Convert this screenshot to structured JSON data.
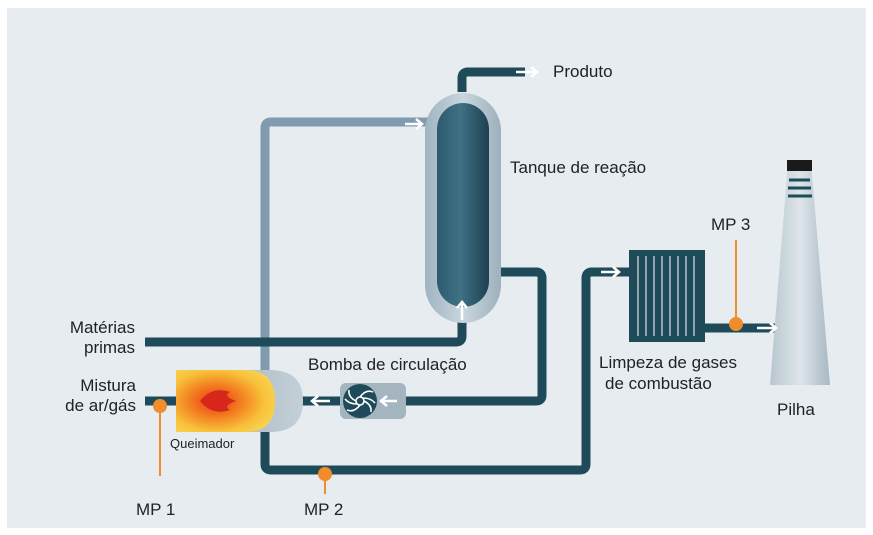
{
  "labels": {
    "produto": "Produto",
    "tanque": "Tanque de reação",
    "materias_line1": "Matérias",
    "materias_line2": "primas",
    "mistura_line1": "Mistura",
    "mistura_line2": "de ar/gás",
    "queimador": "Queimador",
    "bomba": "Bomba de circulação",
    "limpeza_line1": "Limpeza de gases",
    "limpeza_line2": "de combustão",
    "pilha": "Pilha",
    "mp1": "MP 1",
    "mp2": "MP 2",
    "mp3": "MP 3"
  },
  "colors": {
    "background": "#e6ecf0",
    "pipe_dark": "#1e4a5a",
    "pipe_light": "#8fa8b8",
    "tank": "#2a5366",
    "tank_halo": "#b3c4cf",
    "measurement_point": "#f08c2a",
    "burner_flame": "#f5a623",
    "arrow": "#ffffff"
  }
}
